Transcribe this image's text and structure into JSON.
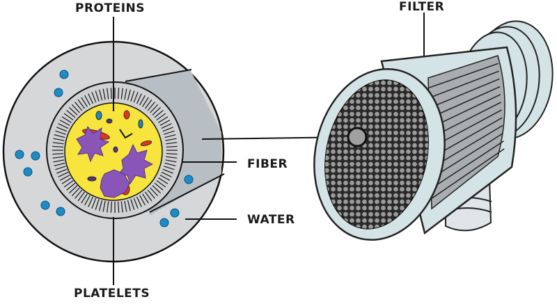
{
  "labels": {
    "proteins": "PROTEINS",
    "platelets": "PLATELETS",
    "fiber": "FIBER",
    "water": "WATER",
    "filter": "FILTER"
  },
  "colors": {
    "outer_gray": "#d6d7d9",
    "wedge_gray": "#b8bfc4",
    "plasma_yellow": "#f7e43c",
    "platelet_purple": "#8a55b8",
    "protein_red": "#e8321e",
    "water_blue": "#1a8cc8",
    "filter_body": "#d4e3e6",
    "filter_core": "#6a6a6a"
  }
}
